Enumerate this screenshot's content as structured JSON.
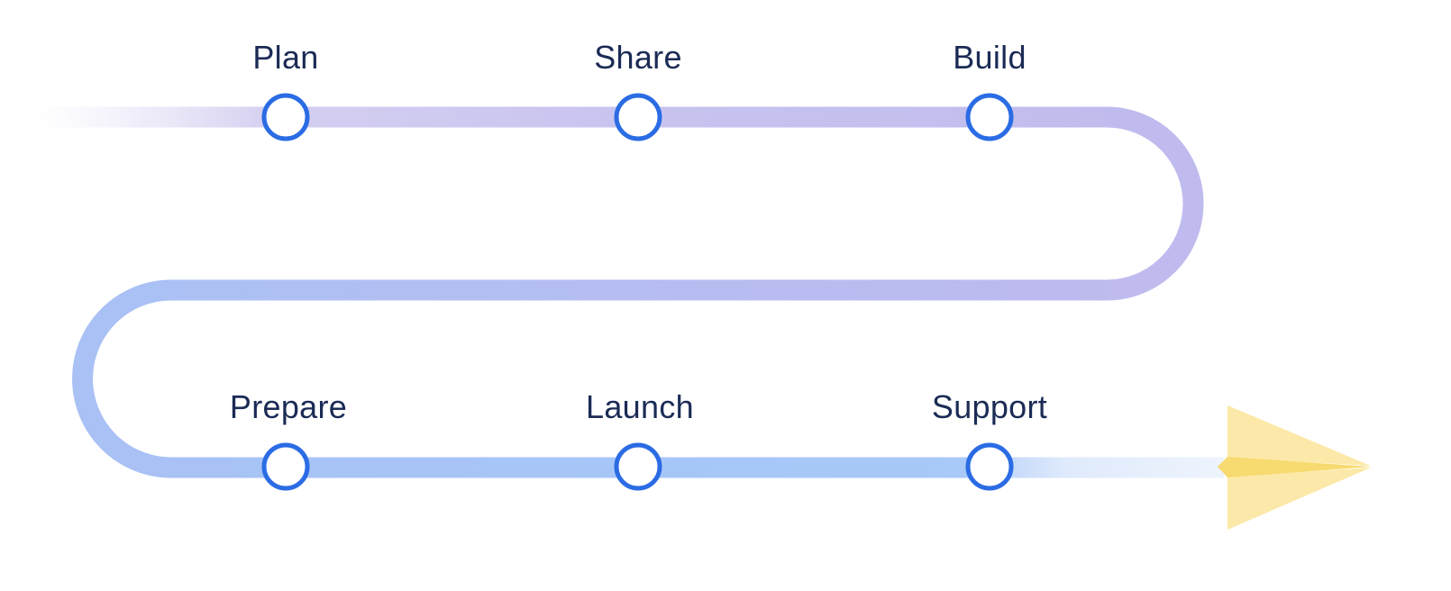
{
  "diagram": {
    "kind": "process-flow",
    "steps": [
      {
        "id": "plan",
        "label": "Plan",
        "row": "top"
      },
      {
        "id": "share",
        "label": "Share",
        "row": "top"
      },
      {
        "id": "build",
        "label": "Build",
        "row": "top"
      },
      {
        "id": "prepare",
        "label": "Prepare",
        "row": "bottom"
      },
      {
        "id": "launch",
        "label": "Launch",
        "row": "bottom"
      },
      {
        "id": "support",
        "label": "Support",
        "row": "bottom"
      }
    ],
    "end_icon": "paper-plane-icon",
    "colors": {
      "path_purple": "#BFBBEE",
      "path_purple_light": "#D4CFF0",
      "path_blue": "#A8C2F6",
      "path_blue_fade": "#EEF4FD",
      "node_stroke": "#2B6CE4",
      "node_fill": "#FFFFFF",
      "label_text": "#1B2B55",
      "plane_wing": "#FCE9A9",
      "plane_fold": "#F7DA70"
    }
  }
}
